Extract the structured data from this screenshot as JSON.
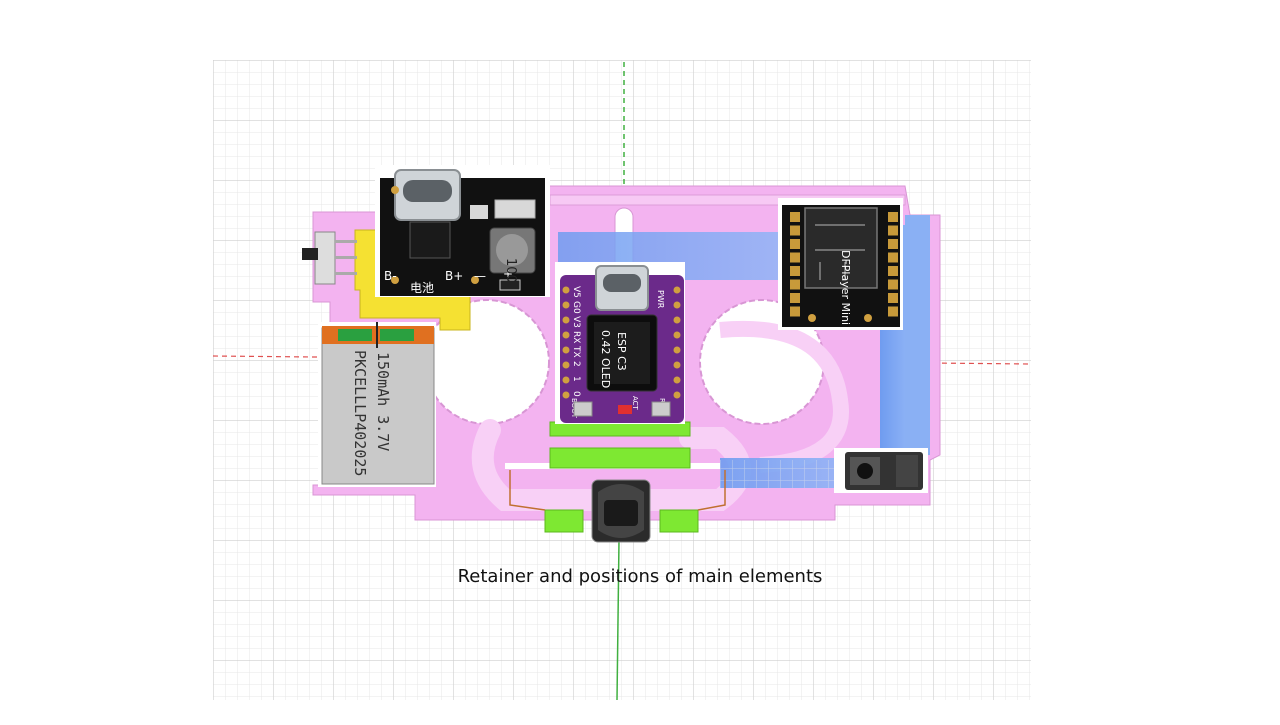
{
  "caption": "Retainer and positions of main elements",
  "charger": {
    "label_bminus": "B-",
    "label_battery": "电池",
    "label_bplus": "B+",
    "label_minus": "—",
    "label_plus": "+",
    "inductor": "100"
  },
  "battery": {
    "line1": "PKCELLLP402025",
    "line2": "150mAh  3.7V"
  },
  "esp": {
    "chip_line1": "ESP   C3",
    "chip_line2": "0.42 OLED",
    "pins_left": [
      "V5",
      "G0",
      "V3",
      "RX",
      "TX",
      "2",
      "1",
      "0"
    ],
    "label_pwr": "PWR",
    "label_act": "ACT",
    "label_boot": "BOOT",
    "label_rst": "RST"
  },
  "dfplayer": {
    "label": "DFPlayer Mini"
  },
  "colors": {
    "retainer": "#f3b3f0",
    "green_part": "#7ee832",
    "yellow_part": "#f5e132",
    "blue_channel": "#6f9cf0",
    "esp_board": "#6b2a8a",
    "grid_line": "#d8d8d8",
    "axis_x": "#e05050",
    "axis_y": "#40b040"
  }
}
